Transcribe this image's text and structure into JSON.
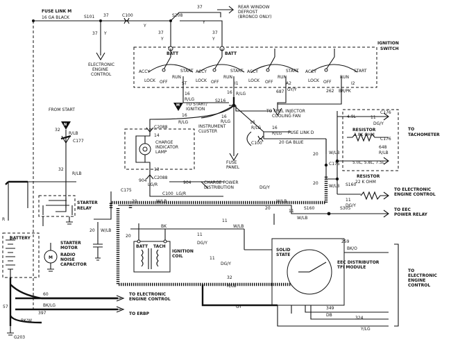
{
  "labels": {
    "fuse_link_m": "FUSE LINK M",
    "fuse_link_m_gauge": "16 GA BLACK",
    "s101": "S101",
    "c100": "C100",
    "s208": "S208",
    "w37": "37",
    "y": "Y",
    "rear_defrost": "REAR WINDOW\nDEFROST\n(BRONCO ONLY)",
    "eec_control_top": "ELECTRONIC\nENGINE\nCONTROL",
    "batt": "BATT",
    "ignition_switch": "IGNITION\nSWITCH",
    "accy": "ACCY",
    "lock": "LOCK",
    "off": "OFF",
    "start": "START",
    "run": "RUN",
    "st": "ST",
    "i1": "I1",
    "a2": "A2",
    "i2": "I2",
    "w16": "16",
    "w687": "687",
    "w262": "262",
    "rlg": "R/LG",
    "gyy": "GY/Y",
    "brpk": "BR/PK",
    "s216": "S216",
    "to_start_ign": "TO START/\nIGNITION",
    "to_fuel_injector": "TO FUEL INJECTOR\nCOOLING FAN",
    "from_start": "FROM START",
    "w32": "32",
    "rlb": "R/LB",
    "c177": "C177",
    "c2088": "C2088",
    "w14": "14",
    "w13": "13",
    "charge_lamp": "CHARGE\nINDICATOR\nLAMP",
    "instrument_cluster": "INSTRUMENT\nCLUSTER",
    "fuse_panel": "FUSE\nPANEL",
    "fuse_link_d": "FUSE LINK D",
    "fuse_link_d_gauge": "20 GA BLUE",
    "w904": "904",
    "lgr": "LG/R",
    "charge_power": "CHARGE POWER\nDISTRIBUTION",
    "c175": "C175",
    "w20": "20",
    "wlb": "W/LB",
    "w11": "11",
    "dgy": "DG/Y",
    "starter_relay": "STARTER\nRELAY",
    "r": "R",
    "battery": "BATTERY",
    "starter_motor": "STARTER\nMOTOR",
    "radio_noise": "RADIO\nNOISE\nCAPACITOR",
    "bk": "BK",
    "ignition_coil": "IGNITION\nCOIL",
    "tach": "TACH",
    "solid_state": "SOLID\nSTATE",
    "eec_distributor": "EEC DISTRIBUTOR\nTFI MODULE",
    "w259": "259",
    "bko": "BK/O",
    "w349": "349",
    "db": "DB",
    "w324": "324",
    "ylg": "Y/LG",
    "gy": "GY",
    "w60": "60",
    "bklg": "BK/LG",
    "w397": "397",
    "bkw": "BK/W",
    "w57": "57",
    "g203": "G203",
    "to_eec_bottom": "TO ELECTRONIC\nENGINE CONTROL",
    "to_erbp": "TO ERBP",
    "to_eec_right_big": "TO\nELECTRONIC\nENGINE\nCONTROL",
    "s160": "S160",
    "s305": "S305",
    "to_eec_power_relay": "TO EEC\nPOWER RELAY",
    "resistor": "RESISTOR",
    "resistor_1_8k": "1.8K OHM",
    "resistor_22k": "22 K OHM",
    "w648": "648",
    "rlb2": "R/LB",
    "engines_49": "4.9L",
    "engines_50": "5.0L, 5.8L, 7.5L",
    "c176": "C176",
    "to_tachometer": "TO\nTACHOMETER",
    "to_eec_right_mid": "TO ELECTRONIC\nENGINE CONTROL",
    "dgy2": "DG/Y"
  }
}
